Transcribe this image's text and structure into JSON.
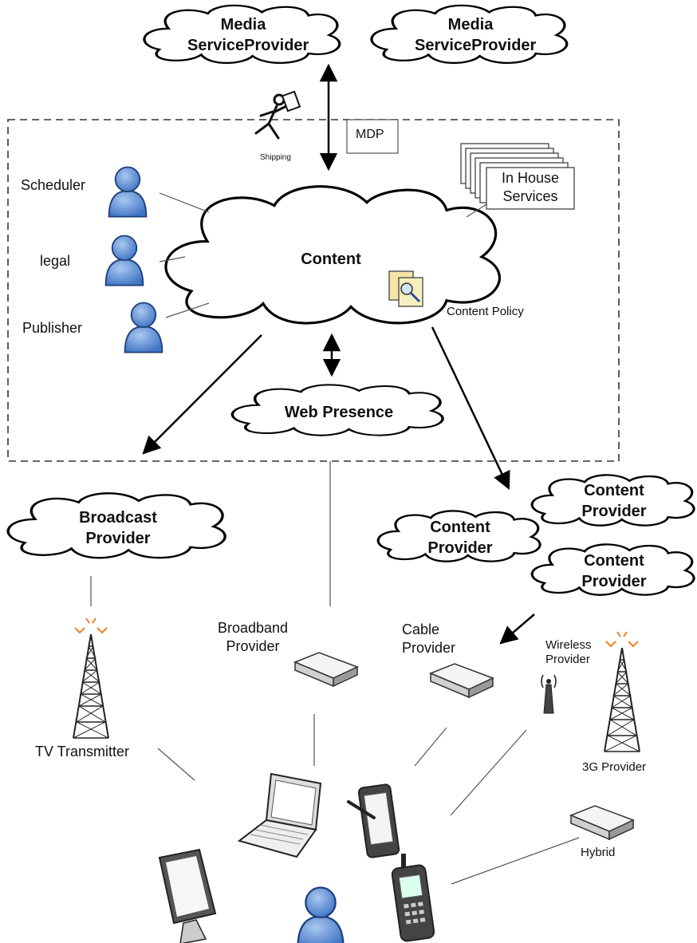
{
  "clouds": {
    "media_provider_1": [
      "Media",
      "ServiceProvider"
    ],
    "media_provider_2": [
      "Media",
      "ServiceProvider"
    ],
    "content": "Content",
    "web_presence": "Web Presence",
    "broadcast_provider": [
      "Broadcast",
      "Provider"
    ],
    "content_provider_a": [
      "Content",
      "Provider"
    ],
    "content_provider_b": [
      "Content",
      "Provider"
    ],
    "content_provider_c": [
      "Content",
      "Provider"
    ]
  },
  "labels": {
    "shipping": "Shipping",
    "mdp": "MDP",
    "in_house_services": [
      "In House",
      "Services"
    ],
    "scheduler": "Scheduler",
    "legal": "legal",
    "publisher": "Publisher",
    "content_policy": "Content Policy",
    "broadband_provider": [
      "Broadband",
      "Provider"
    ],
    "cable_provider": [
      "Cable",
      "Provider"
    ],
    "wireless_provider": [
      "Wireless",
      "Provider"
    ],
    "tv_transmitter": "TV Transmitter",
    "g3_provider": "3G Provider",
    "hybrid": "Hybrid"
  },
  "colors": {
    "person_fill": "#5b8fd6",
    "person_stroke": "#1d3f7a",
    "line": "#000000",
    "signal": "#f08020"
  },
  "icons": [
    "person-icon",
    "shipping-person-icon",
    "document-search-icon",
    "router-icon",
    "transmitter-tower-icon",
    "antenna-icon",
    "laptop-icon",
    "tablet-icon",
    "monitor-icon",
    "mobile-phone-icon"
  ]
}
